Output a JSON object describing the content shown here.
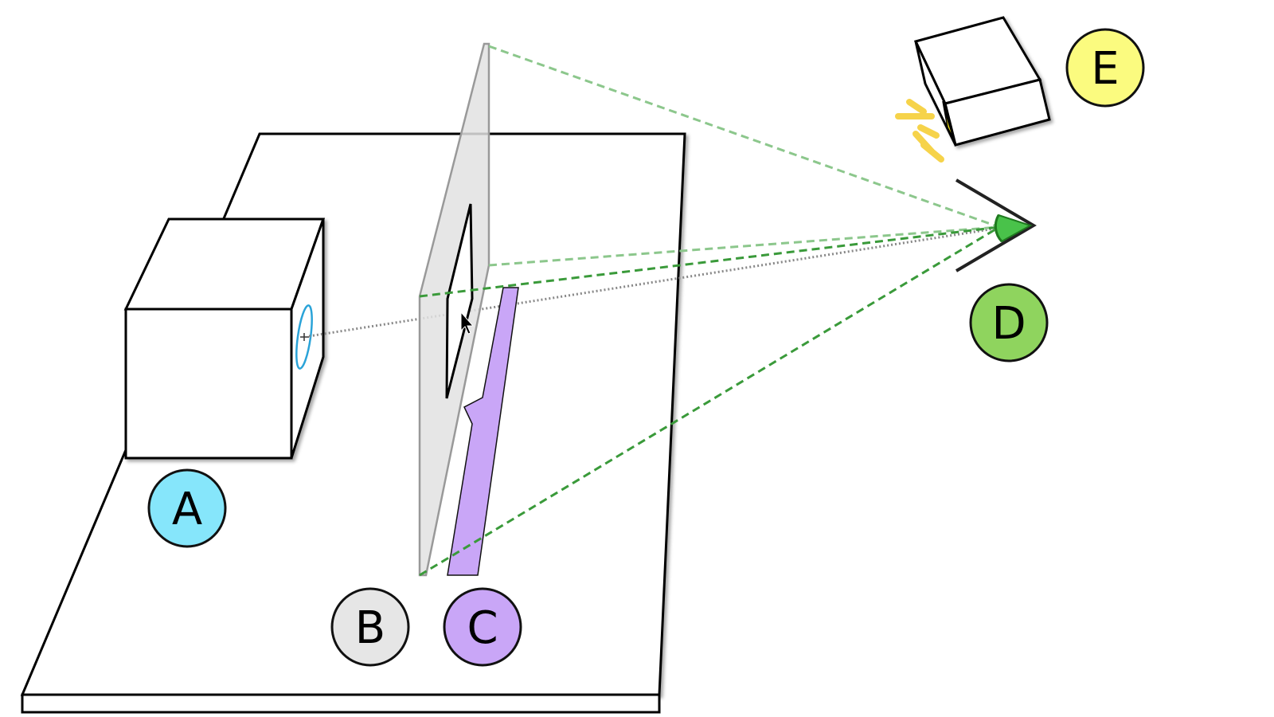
{
  "labels": {
    "a": "A",
    "b": "B",
    "c": "C",
    "d": "D",
    "e": "E"
  },
  "colors": {
    "a_fill": "#86e6fb",
    "b_fill": "#e6e6e6",
    "c_fill": "#c9a6f7",
    "d_fill": "#8fd45e",
    "e_fill": "#fbfb7f",
    "c_strip": "#c9a6f7",
    "sight_line": "#3a9a3a",
    "sight_line_light": "#8cc78c",
    "glass": "#e2e2e2",
    "glow": "#f6d34a"
  },
  "icons": {
    "pointer": "mouse-pointer-icon",
    "lens": "camera-lens-icon",
    "eye": "eye-icon",
    "light": "light-rays-icon"
  }
}
